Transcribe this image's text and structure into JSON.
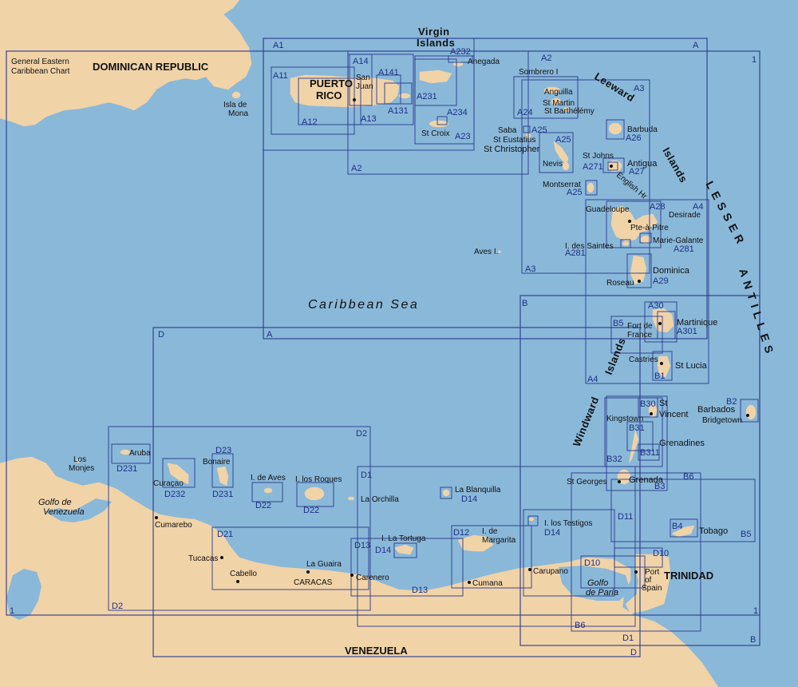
{
  "colors": {
    "sea": "#8ab8d9",
    "land": "#f1d3a8",
    "chart_box": "#2a3a8c",
    "chart_code": "#1f2f86"
  },
  "countries": {
    "dominican_republic": "DOMINICAN REPUBLIC",
    "puerto_rico": "PUERTO\nRICO",
    "venezuela": "VENEZUELA",
    "trinidad": "TRINIDAD"
  },
  "general_chart": {
    "line1": "General Eastern",
    "line2": "Caribbean Chart"
  },
  "regions": {
    "virgin_islands_1": "Virgin",
    "virgin_islands_2": "Islands",
    "leeward": "Leeward",
    "leeward_islands": "Islands",
    "windward": "Windward",
    "windward_islands": "Islands",
    "lesser": "LESSER",
    "antilles": "ANTILLES"
  },
  "seas": {
    "caribbean": "Caribbean Sea",
    "golfo_venezuela_1": "Golfo de",
    "golfo_venezuela_2": "Venezuela",
    "golfo_paria_1": "Golfo",
    "golfo_paria_2": "de Paria"
  },
  "places": {
    "isla_de_mona_1": "Isla de",
    "isla_de_mona_2": "Mona",
    "san_juan_1": "San",
    "san_juan_2": "Juan",
    "anegada": "Anegada",
    "sombrero": "Sombrero I",
    "anguilla": "Anguilla",
    "st_martin": "St Martin",
    "st_barthelemy": "St Barthélémy",
    "saba": "Saba",
    "st_eustatius": "St Eustatius",
    "st_christopher": "St Christopher",
    "nevis": "Nevis",
    "st_croix": "St Croix",
    "barbuda": "Barbuda",
    "st_johns": "St Johns",
    "antigua": "Antigua",
    "english_hr": "English Hr",
    "montserrat": "Montserrat",
    "guadeloupe": "Guadeloupe",
    "desirade": "Desirade",
    "pte_a_pitre": "Pte-à-Pitre",
    "i_des_saintes": "I. des Saintes",
    "marie_galante": "Marie-Galante",
    "aves_i": "Aves I.",
    "dominica": "Dominica",
    "roseau": "Roseau",
    "martinique": "Martinique",
    "fort_de_france_1": "Fort de",
    "fort_de_france_2": "France",
    "castries": "Castries",
    "st_lucia": "St Lucia",
    "barbados": "Barbados",
    "bridgetown": "Bridgetown",
    "st_vincent_1": "St",
    "st_vincent_2": "Vincent",
    "kingstown": "Kingstown",
    "grenadines": "Grenadines",
    "st_georges": "St Georges",
    "grenada": "Grenada",
    "tobago": "Tobago",
    "port_of_spain_1": "Port",
    "port_of_spain_2": "of",
    "port_of_spain_3": "Spain",
    "los_monjes_1": "Los",
    "los_monjes_2": "Monjes",
    "aruba": "Aruba",
    "bonaire": "Bonaire",
    "curacao": "Curaçao",
    "i_de_aves": "I. de Aves",
    "i_los_roques": "I. los Roques",
    "la_orchilla": "La Orchilla",
    "la_blanquilla": "La Blanquilla",
    "i_los_testigos": "I. los Testigos",
    "i_la_tortuga": "I. La Tortuga",
    "i_de_margarita_1": "I. de",
    "i_de_margarita_2": "Margarita",
    "cumarebo": "Cumarebo",
    "tucacas": "Tucacas",
    "cabello": "Cabello",
    "la_guaira": "La Guaira",
    "caracas": "CARACAS",
    "carenero": "Carenero",
    "cumana": "Cumana",
    "carupano": "Carupano"
  },
  "chart_codes": {
    "A": "A",
    "A1": "A1",
    "A2": "A2",
    "A3": "A3",
    "A4": "A4",
    "A11": "A11",
    "A12": "A12",
    "A13": "A13",
    "A14": "A14",
    "A131": "A131",
    "A141": "A141",
    "A23": "A23",
    "A231": "A231",
    "A232": "A232",
    "A234": "A234",
    "A24": "A24",
    "A25": "A25",
    "A26": "A26",
    "A27": "A27",
    "A271": "A271",
    "A28": "A28",
    "A281": "A281",
    "A29": "A29",
    "A30": "A30",
    "A301": "A301",
    "B": "B",
    "B1": "B1",
    "B2": "B2",
    "B3": "B3",
    "B4": "B4",
    "B5": "B5",
    "B6": "B6",
    "B30": "B30",
    "B31": "B31",
    "B311": "B311",
    "B32": "B32",
    "D": "D",
    "D1": "D1",
    "D2": "D2",
    "D10": "D10",
    "D11": "D11",
    "D12": "D12",
    "D13": "D13",
    "D14": "D14",
    "D21": "D21",
    "D22": "D22",
    "D23": "D23",
    "D231": "D231",
    "D232": "D232",
    "one": "1"
  }
}
